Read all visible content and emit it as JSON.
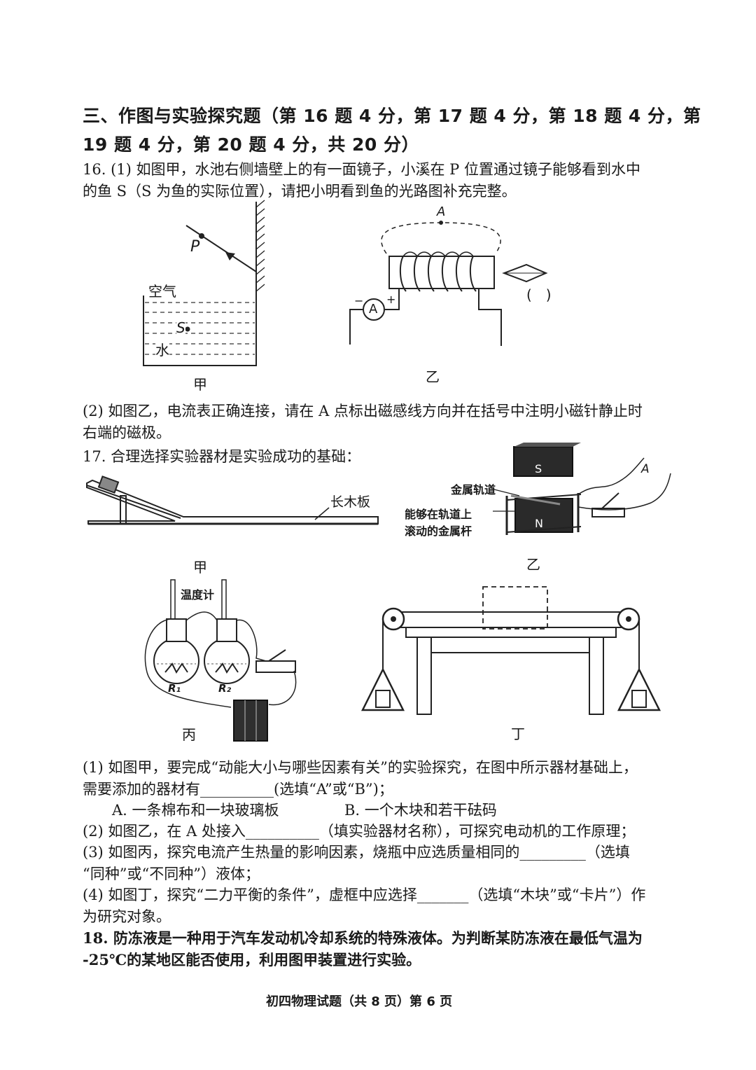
{
  "section": {
    "heading_line1": "三、作图与实验探究题（第 16 题 4 分，第 17 题 4 分，第 18 题 4 分，第",
    "heading_line2": "19 题 4 分，第 20 题 4 分，共 20 分）"
  },
  "q16": {
    "line1": "16. (1) 如图甲，水池右侧墙壁上的有一面镜子，小溪在 P 位置通过镜子能够看到水中",
    "line2": "的鱼 S（S 为鱼的实际位置），请把小明看到鱼的光路图补充完整。",
    "fig_jia": {
      "label_p": "P",
      "label_air": "空气",
      "label_s": "S",
      "label_water": "水",
      "caption": "甲"
    },
    "fig_yi": {
      "label_a": "A",
      "label_ammeter": "A",
      "label_minus": "−",
      "label_plus": "+",
      "label_bracket": "(　)",
      "caption": "乙"
    },
    "part2_line1": "(2) 如图乙，电流表正确连接，请在 A 点标出磁感线方向并在括号中注明小磁针静止时",
    "part2_line2": "右端的磁极。"
  },
  "q17": {
    "intro": "17. 合理选择实验器材是实验成功的基础：",
    "fig_jia": {
      "label_board": "长木板",
      "caption": "甲"
    },
    "fig_yi": {
      "label_s": "S",
      "label_n": "N",
      "label_a": "A",
      "label_track": "金属轨道",
      "label_rod_line1": "能够在轨道上",
      "label_rod_line2": "滚动的金属杆",
      "caption": "乙"
    },
    "fig_bing": {
      "label_thermometer": "温度计",
      "label_r1": "R₁",
      "label_r2": "R₂",
      "caption": "丙"
    },
    "fig_ding": {
      "caption": "丁"
    },
    "p1_line1": "(1) 如图甲，要完成“动能大小与哪些因素有关”的实验探究，在图中所示器材基础上，",
    "p1_line2": "需要添加的器材有__________(选填“A”或“B”)；",
    "p1_opt_a": "A. 一条棉布和一块玻璃板",
    "p1_opt_b": "B. 一个木块和若干砝码",
    "p2": "(2) 如图乙，在 A 处接入__________（填实验器材名称），可探究电动机的工作原理；",
    "p3_line1": "(3) 如图丙，探究电流产生热量的影响因素，烧瓶中应选质量相同的_________（选填",
    "p3_line2": "“同种”或“不同种”）液体；",
    "p4_line1": "(4) 如图丁，探究“二力平衡的条件”，虚框中应选择_______（选填“木块”或“卡片”）作",
    "p4_line2": "为研究对象。"
  },
  "q18": {
    "line1": "18. 防冻液是一种用于汽车发动机冷却系统的特殊液体。为判断某防冻液在最低气温为",
    "line2": "-25℃的某地区能否使用，利用图甲装置进行实验。"
  },
  "footer": {
    "text": "初四物理试题（共 8 页）第 6 页"
  }
}
